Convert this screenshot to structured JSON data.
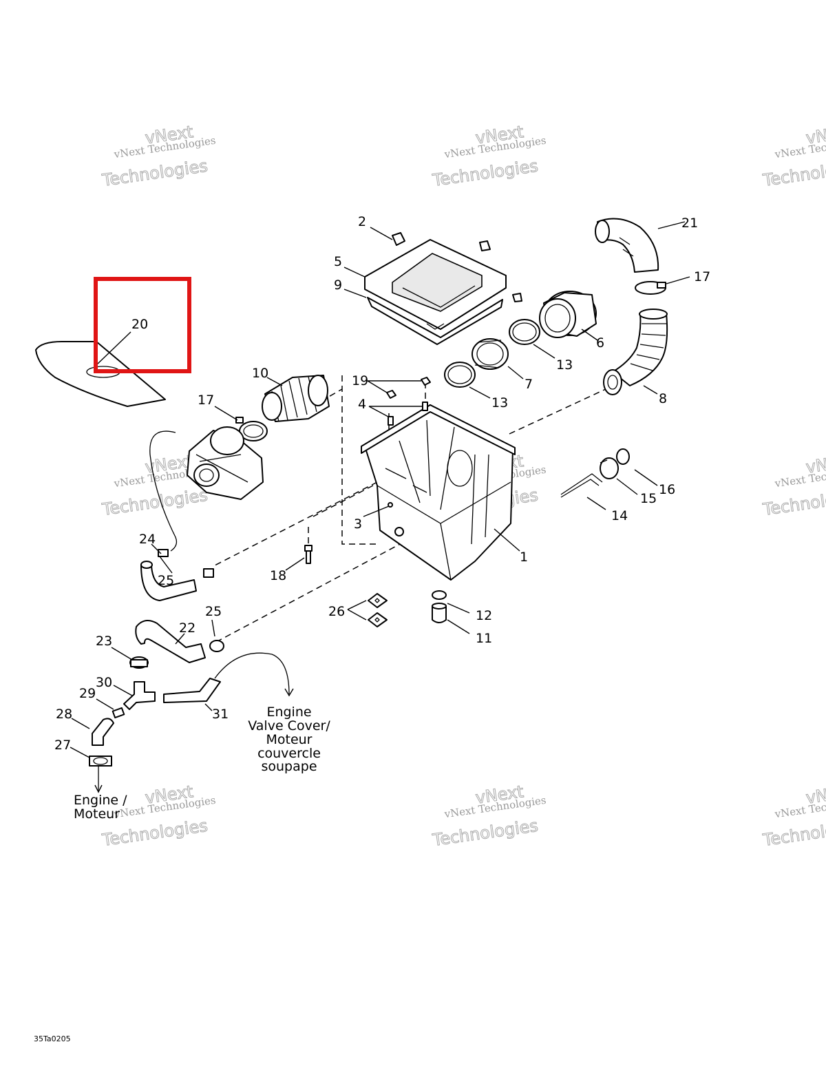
{
  "diagram": {
    "callouts": {
      "c1": "1",
      "c2": "2",
      "c3": "3",
      "c4": "4",
      "c5": "5",
      "c6": "6",
      "c7": "7",
      "c8": "8",
      "c9": "9",
      "c10": "10",
      "c11": "11",
      "c12": "12",
      "c13a": "13",
      "c13b": "13",
      "c14": "14",
      "c15": "15",
      "c16": "16",
      "c17a": "17",
      "c17b": "17",
      "c18": "18",
      "c19": "19",
      "c20": "20",
      "c21": "21",
      "c22": "22",
      "c23": "23",
      "c24": "24",
      "c25a": "25",
      "c25b": "25",
      "c26": "26",
      "c27": "27",
      "c28": "28",
      "c29": "29",
      "c30": "30",
      "c31": "31"
    },
    "notes": {
      "valve_cover": [
        "Engine",
        "Valve Cover/",
        "Moteur",
        "couvercle",
        "soupape"
      ],
      "engine": [
        "Engine /",
        "Moteur"
      ]
    },
    "reference_code": "35Ta0205",
    "watermark": {
      "line1": "vNext Technologies",
      "line2": "vNext",
      "line3": "Technologies"
    },
    "highlighted_part": "20",
    "highlight_color": "#e01515"
  }
}
